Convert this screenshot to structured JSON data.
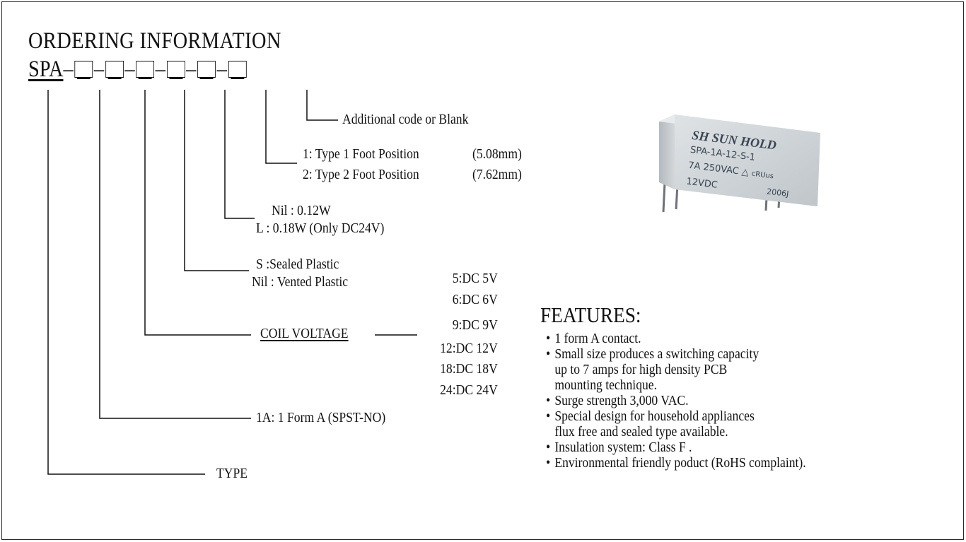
{
  "heading": "ORDERING INFORMATION",
  "code": {
    "prefix": "SPA",
    "separator": "–"
  },
  "options": {
    "additional": "Additional code or Blank",
    "foot_1": "1: Type 1 Foot Position",
    "foot_1_size": "(5.08mm)",
    "foot_2": "2: Type 2 Foot Position",
    "foot_2_size": "(7.62mm)",
    "power_nil": "Nil : 0.12W",
    "power_l": "L  : 0.18W (Only DC24V)",
    "seal_s": "S  :Sealed Plastic",
    "seal_nil": "Nil : Vented Plastic",
    "coil_label": "COIL VOLTAGE",
    "coil_values": [
      "5:DC  5V",
      "6:DC  6V",
      "9:DC  9V",
      "12:DC  12V",
      "18:DC  18V",
      "24:DC  24V"
    ],
    "form": "1A: 1 Form A (SPST-NO)",
    "type": "TYPE"
  },
  "relay": {
    "brand": "SUN HOLD",
    "logo_mark": "SH",
    "model": "SPA-1A-12-S-1",
    "rating": "7A 250VAC",
    "cert": "cRUus",
    "voltage": "12VDC",
    "date_code": "2006J",
    "body_color": "#cfd4d7",
    "text_color": "#3a4552"
  },
  "features_title": "FEATURES:",
  "features": [
    "1 form A contact.",
    "Small size produces a switching capacity\nup to 7 amps for high density PCB\nmounting technique.",
    "Surge strength 3,000 VAC.",
    "Special design for household appliances\nflux free and sealed type available.",
    "Insulation system: Class F .",
    "Environmental friendly poduct (RoHS complaint)."
  ]
}
